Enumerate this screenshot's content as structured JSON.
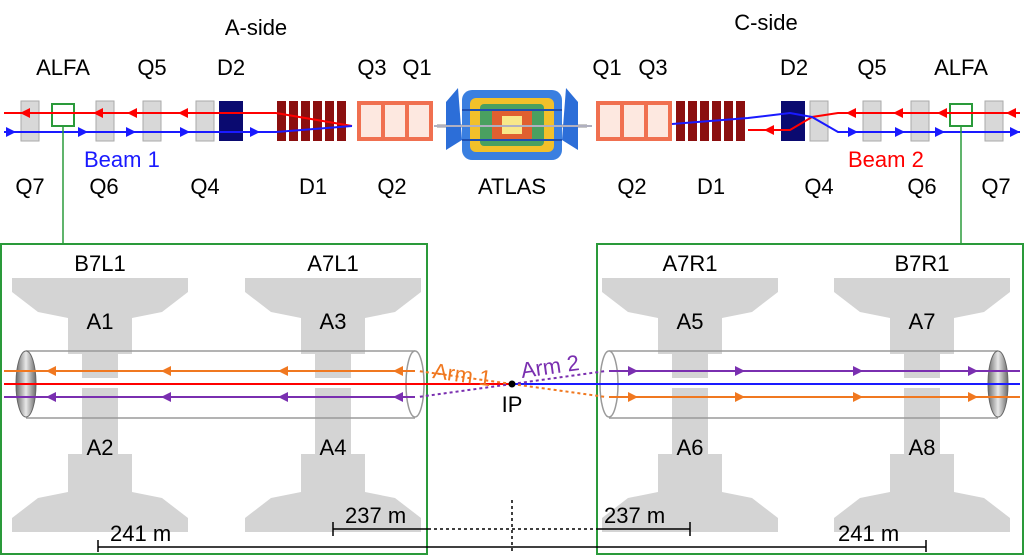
{
  "header": {
    "a_side": "A-side",
    "c_side": "C-side"
  },
  "top_labels": {
    "alfa_left": "ALFA",
    "q5_left": "Q5",
    "d2_left": "D2",
    "q3_left": "Q3",
    "q1_left": "Q1",
    "q1_right": "Q1",
    "q3_right": "Q3",
    "d2_right": "D2",
    "q5_right": "Q5",
    "alfa_right": "ALFA"
  },
  "bottom_labels": {
    "q7_left": "Q7",
    "q6_left": "Q6",
    "q4_left": "Q4",
    "d1_left": "D1",
    "q2_left": "Q2",
    "atlas": "ATLAS",
    "q2_right": "Q2",
    "d1_right": "D1",
    "q4_right": "Q4",
    "q6_right": "Q6",
    "q7_right": "Q7"
  },
  "beams": {
    "beam1": "Beam 1",
    "beam2": "Beam 2",
    "beam1_color": "#1a1aff",
    "beam2_color": "#ff0000"
  },
  "stations": {
    "b7l1": "B7L1",
    "a7l1": "A7L1",
    "a7r1": "A7R1",
    "b7r1": "B7R1"
  },
  "pots": {
    "a1": "A1",
    "a2": "A2",
    "a3": "A3",
    "a4": "A4",
    "a5": "A5",
    "a6": "A6",
    "a7": "A7",
    "a8": "A8"
  },
  "arms": {
    "arm1": "Arm 1",
    "arm2": "Arm 2",
    "arm1_color": "#f07820",
    "arm2_color": "#7a2fb0"
  },
  "ip": "IP",
  "distances": {
    "d241_left": "241 m",
    "d237_left": "237 m",
    "d237_right": "237 m",
    "d241_right": "241 m"
  },
  "colors": {
    "dipole_d1": "#8b0f0f",
    "dipole_d2": "#0a0a70",
    "quad_triplet": "#f07050",
    "grey_element": "#d8d8d8",
    "pot_grey": "#d4d4d4",
    "frame_green": "#2a9a3a"
  }
}
